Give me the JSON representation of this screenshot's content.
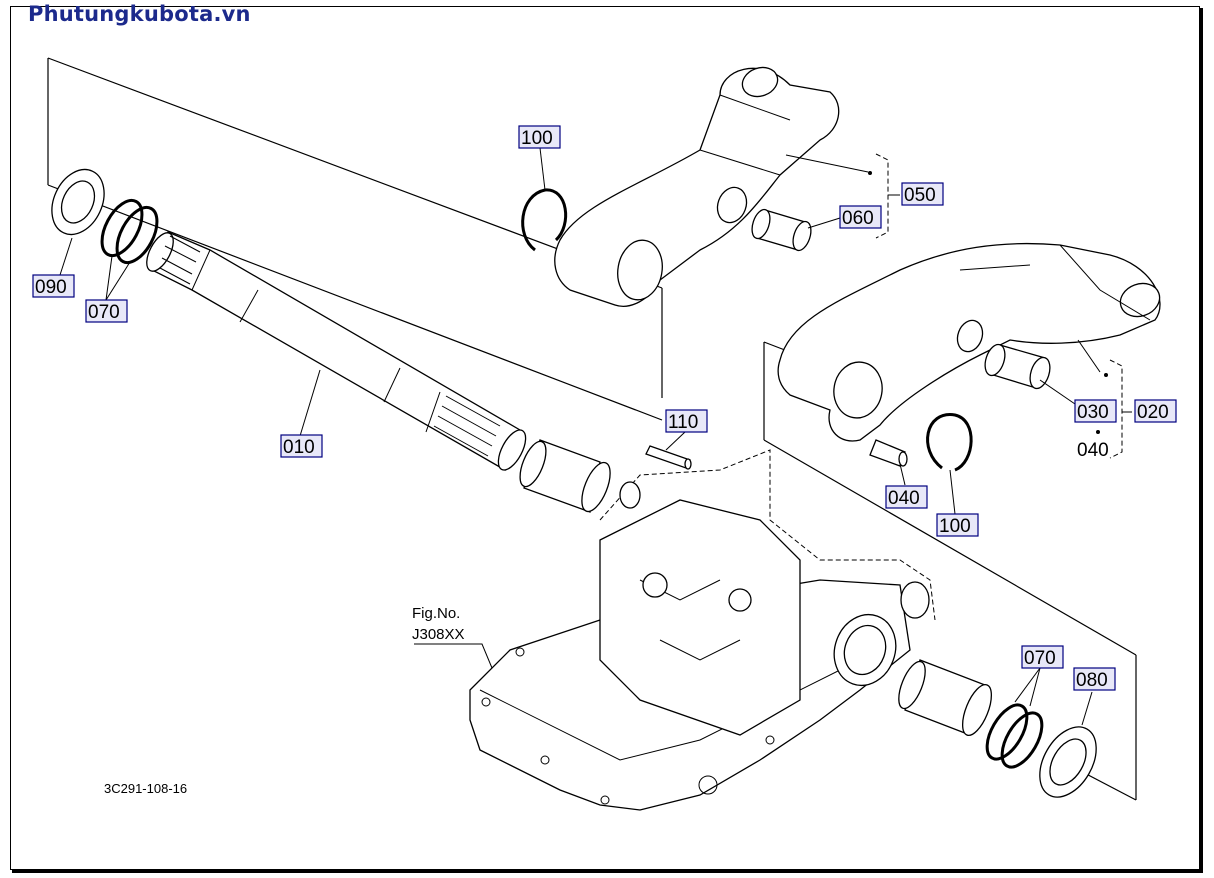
{
  "watermark": "Phutungkubota.vn",
  "figure_ref": {
    "line1": "Fig.No.",
    "line2": "J308XX"
  },
  "drawing_code": "3C291-108-16",
  "callouts": {
    "p100_top": "100",
    "p050": "050",
    "p060": "060",
    "p090": "090",
    "p070_left": "070",
    "p010": "010",
    "p110": "110",
    "p030": "030",
    "p020": "020",
    "p040_right": "040",
    "p040": "040",
    "p100_bottom": "100",
    "p070_right": "070",
    "p080": "080"
  }
}
